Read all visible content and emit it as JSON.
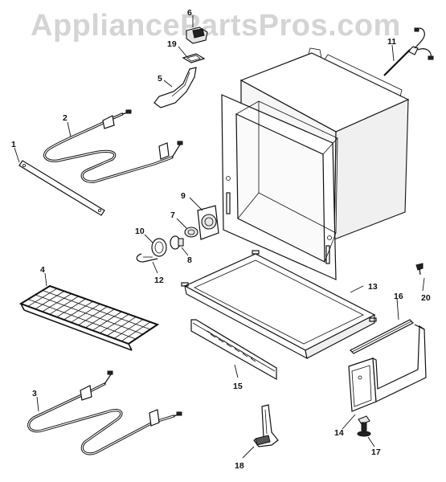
{
  "watermark": "AppliancePartsPros.com",
  "labels": {
    "p1": "1",
    "p2": "2",
    "p3": "3",
    "p4": "4",
    "p5": "5",
    "p6": "6",
    "p7": "7",
    "p8": "8",
    "p9": "9",
    "p10": "10",
    "p11": "11",
    "p12": "12",
    "p13": "13",
    "p14": "14",
    "p15": "15",
    "p16": "16",
    "p17": "17",
    "p18": "18",
    "p19": "19",
    "p20": "20"
  }
}
